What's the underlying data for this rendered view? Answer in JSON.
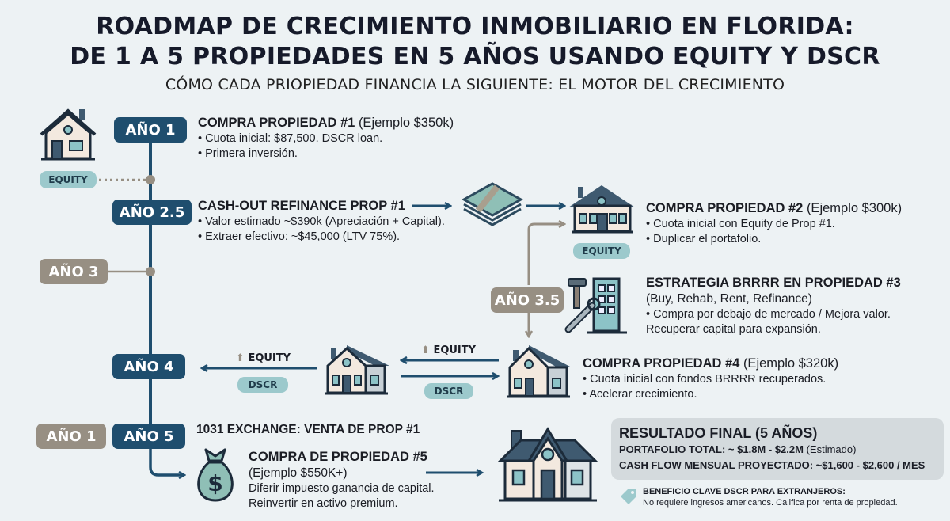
{
  "header": {
    "title_line1": "ROADMAP DE CRECIMIENTO INMOBILIARIO EN FLORIDA:",
    "title_line2": "DE 1 A 5 PROPIEDADES EN 5 AÑOS USANDO EQUITY Y DSCR",
    "subtitle": "CÓMO CADA PRIOPIEDAD FINANCIA LA SIGUIENTE: EL MOTOR DEL CRECIMIENTO"
  },
  "colors": {
    "dark_blue": "#1f4e6e",
    "gray_taupe": "#978f83",
    "teal": "#9cc9cc",
    "background": "#edf2f4"
  },
  "timeline": {
    "labels": {
      "y1": "AÑO 1",
      "y25": "AÑO 2.5",
      "y3": "AÑO 3",
      "y35": "AÑO 3.5",
      "y4": "AÑO 4",
      "y1b": "AÑO 1",
      "y5": "AÑO 5"
    }
  },
  "tags": {
    "equity1": "EQUITY",
    "equity2": "EQUITY",
    "equity4a": "EQUITY",
    "equity4b": "EQUITY",
    "dscr4a": "DSCR",
    "dscr4b": "DSCR"
  },
  "steps": {
    "prop1": {
      "title": "COMPRA PROPIEDAD #1",
      "note": "(Ejemplo $350k)",
      "bullets": [
        "Cuota inicial: $87,500. DSCR loan.",
        "Primera inversión."
      ]
    },
    "refi": {
      "title": "CASH-OUT REFINANCE PROP #1",
      "bullets": [
        "Valor estimado ~$390k (Apreciación + Capital).",
        "Extraer efectivo: ~$45,000 (LTV 75%)."
      ]
    },
    "prop2": {
      "title": "COMPRA PROPIEDAD #2",
      "note": "(Ejemplo $300k)",
      "bullets": [
        "Cuota inicial con Equity de Prop #1.",
        "Duplicar el portafolio."
      ]
    },
    "brrrr": {
      "title": "ESTRATEGIA BRRRR EN PROPIEDAD #3",
      "note": "(Buy, Rehab, Rent, Refinance)",
      "bullet": "Compra por debajo de mercado / Mejora valor.",
      "line": "Recuperar capital para expansión."
    },
    "prop4": {
      "title": "COMPRA PROPIEDAD #4",
      "note": "(Ejemplo $320k)",
      "bullets": [
        "Cuota inicial con fondos BRRRR recuperados.",
        "Acelerar crecimiento."
      ]
    },
    "exchange": {
      "title": "1031 EXCHANGE: VENTA DE PROP #1"
    },
    "prop5": {
      "title": "COMPRA DE PROPIEDAD #5",
      "note": "(Ejemplo $550K+)",
      "lines": [
        "Diferir impuesto ganancia de capital.",
        "Reinvertir en activo premium."
      ]
    }
  },
  "result": {
    "title": "RESULTADO FINAL (5 AÑOS)",
    "portfolio_label": "PORTAFOLIO TOTAL: ~ $1.8M - $2.2M",
    "portfolio_note": "(Estimado)",
    "cashflow": "CASH FLOW MENSUAL PROYECTADO: ~$1,600 - $2,600 / MES"
  },
  "benefit": {
    "icon": "tag-icon",
    "title": "BENEFICIO CLAVE DSCR PARA EXTRANJEROS:",
    "text": "No requiere ingresos americanos. Califica por renta de propiedad."
  }
}
